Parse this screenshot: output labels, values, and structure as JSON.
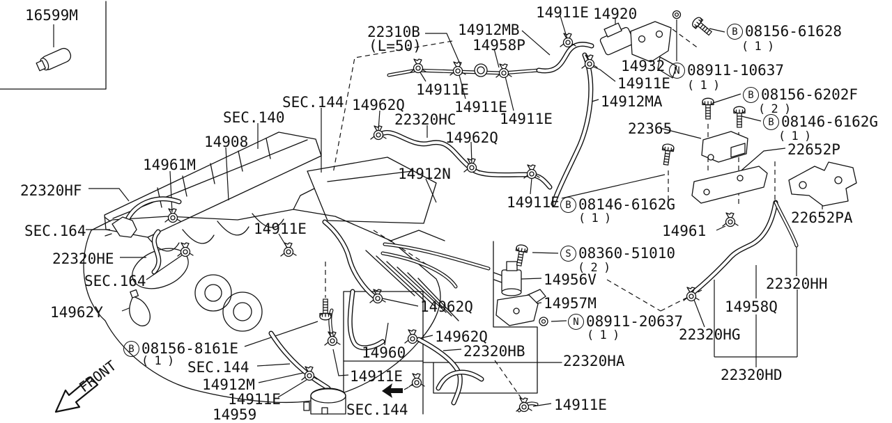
{
  "diagram": {
    "background": "#ffffff",
    "line_color": "#111111",
    "front_label": "FRONT",
    "labels": {
      "p16599m": {
        "text": "16599M"
      },
      "p22310b": {
        "text": "22310B"
      },
      "pl50": {
        "text": "(L=50)"
      },
      "p14912mb": {
        "text": "14912MB"
      },
      "p14958p": {
        "text": "14958P"
      },
      "p14911e_a": {
        "text": "14911E"
      },
      "p14920": {
        "text": "14920"
      },
      "p14932": {
        "text": "14932"
      },
      "p14911e_b": {
        "text": "14911E"
      },
      "p14912ma": {
        "text": "14912MA"
      },
      "p22365": {
        "text": "22365"
      },
      "p22652p": {
        "text": "22652P"
      },
      "p14911e_c": {
        "text": "14911E"
      },
      "p14911e_d": {
        "text": "14911E"
      },
      "p14911e_e": {
        "text": "14911E"
      },
      "psec140": {
        "text": "SEC.140"
      },
      "psec144a": {
        "text": "SEC.144"
      },
      "p14962q_a": {
        "text": "14962Q"
      },
      "p22320hc": {
        "text": "22320HC"
      },
      "p14962q_b": {
        "text": "14962Q"
      },
      "p14908": {
        "text": "14908"
      },
      "p14961m": {
        "text": "14961M"
      },
      "p22320hf": {
        "text": "22320HF"
      },
      "psec164a": {
        "text": "SEC.164"
      },
      "p22320he": {
        "text": "22320HE"
      },
      "psec164b": {
        "text": "SEC.164"
      },
      "p14962y": {
        "text": "14962Y"
      },
      "p14912n": {
        "text": "14912N"
      },
      "p14911e_f": {
        "text": "14911E"
      },
      "p14961": {
        "text": "14961"
      },
      "p22652pa": {
        "text": "22652PA"
      },
      "p22320hh": {
        "text": "22320HH"
      },
      "p14956v": {
        "text": "14956V"
      },
      "p14957m": {
        "text": "14957M"
      },
      "p14911e_g": {
        "text": "14911E"
      },
      "p14962q_c": {
        "text": "14962Q"
      },
      "p14962q_d": {
        "text": "14962Q"
      },
      "p14960": {
        "text": "14960"
      },
      "p22320hb": {
        "text": "22320HB"
      },
      "p22320ha": {
        "text": "22320HA"
      },
      "p14958q": {
        "text": "14958Q"
      },
      "p22320hg": {
        "text": "22320HG"
      },
      "p22320hd": {
        "text": "22320HD"
      },
      "psec144b": {
        "text": "SEC.144"
      },
      "p14912m": {
        "text": "14912M"
      },
      "p14911e_h": {
        "text": "14911E"
      },
      "p14959": {
        "text": "14959"
      },
      "p14911e_i": {
        "text": "14911E"
      },
      "psec144c": {
        "text": "SEC.144"
      },
      "p14911e_j": {
        "text": "14911E"
      }
    },
    "fasteners": {
      "b61628": {
        "prefix": "B",
        "text": "08156-61628",
        "qty": "( 1 )"
      },
      "n10637": {
        "prefix": "N",
        "text": "08911-10637",
        "qty": "( 1 )"
      },
      "b6202f": {
        "prefix": "B",
        "text": "08156-6202F",
        "qty": "( 2 )"
      },
      "b6162g1": {
        "prefix": "B",
        "text": "08146-6162G",
        "qty": "( 1 )"
      },
      "b6162g2": {
        "prefix": "B",
        "text": "08146-6162G",
        "qty": "( 1 )"
      },
      "s51010": {
        "prefix": "S",
        "text": "08360-51010",
        "qty": "( 2 )"
      },
      "n20637": {
        "prefix": "N",
        "text": "08911-20637",
        "qty": "( 1 )"
      },
      "b8161e": {
        "prefix": "B",
        "text": "08156-8161E",
        "qty": "( 1 )"
      }
    }
  }
}
